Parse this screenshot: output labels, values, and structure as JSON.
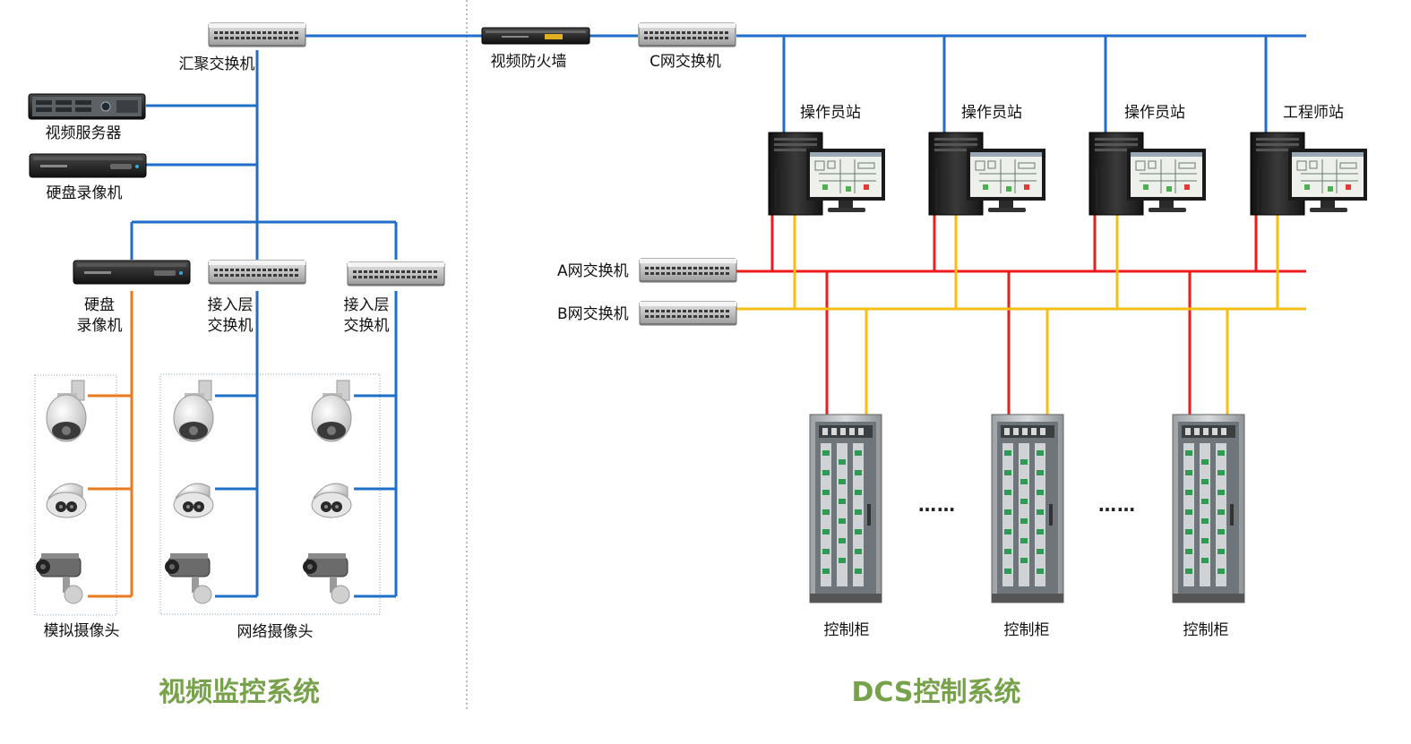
{
  "titles": {
    "video": "视频监控系统",
    "dcs": "DCS控制系统"
  },
  "video": {
    "aggregation_switch": "汇聚交换机",
    "video_server": "视频服务器",
    "nvr_top": "硬盘录像机",
    "nvr_left_line1": "硬盘",
    "nvr_left_line2": "录像机",
    "access_switch_line1": "接入层",
    "access_switch_line2": "交换机",
    "analog_cameras": "模拟摄像头",
    "network_cameras": "网络摄像头"
  },
  "dcs": {
    "firewall": "视频防火墙",
    "c_switch": "C网交换机",
    "a_switch": "A网交换机",
    "b_switch": "B网交换机",
    "operator_station": "操作员站",
    "engineer_station": "工程师站",
    "control_cabinet": "控制柜",
    "ellipsis": "……"
  },
  "colors": {
    "blue_link": "#1f6fc9",
    "orange_link": "#ea7a1e",
    "a_net": "#ee1c1c",
    "b_net": "#f7bd12",
    "title_green": "#77a14a"
  }
}
